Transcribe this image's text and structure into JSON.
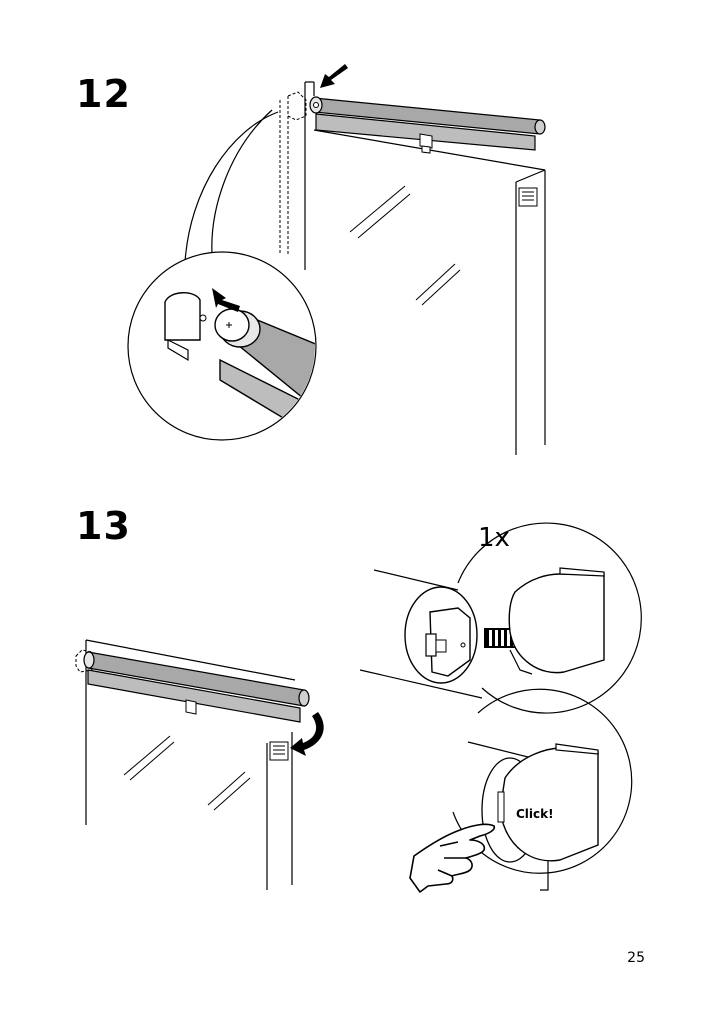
{
  "page": {
    "page_number": "25"
  },
  "steps": [
    {
      "number": "12",
      "icons": [
        "push-arrow-icon",
        "bracket-icon",
        "roller-blind-icon",
        "magnified-detail-icon"
      ]
    },
    {
      "number": "13",
      "count_label": "1x",
      "click_label": "Click!",
      "icons": [
        "push-arrow-icon",
        "curved-arrow-icon",
        "end-cap-icon",
        "pointing-hand-icon"
      ]
    }
  ]
}
